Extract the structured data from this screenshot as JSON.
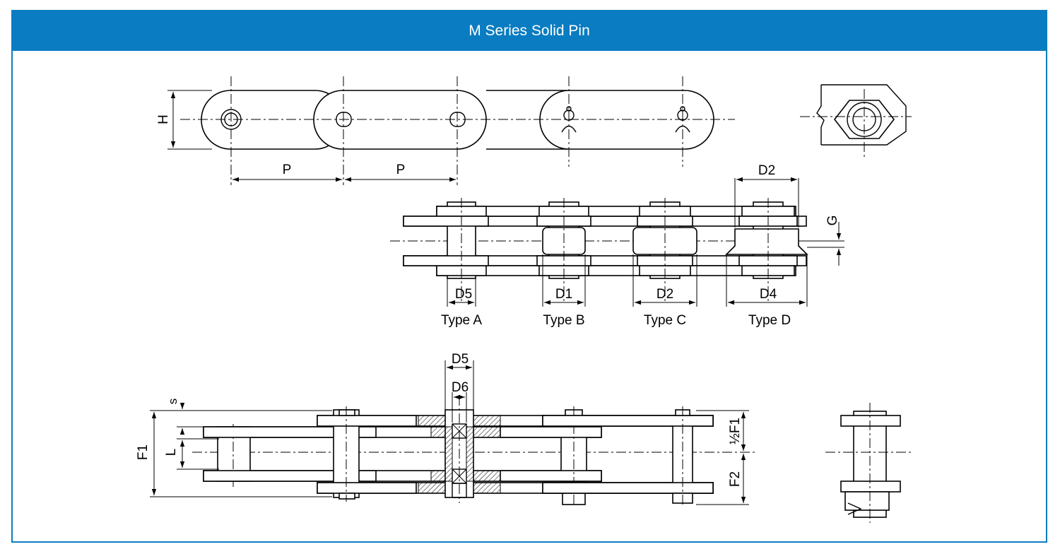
{
  "header": {
    "title": "M Series Solid Pin"
  },
  "labels": {
    "h": "H",
    "p1": "P",
    "p2": "P",
    "d2_top": "D2",
    "g": "G",
    "d5_a": "D5",
    "d1": "D1",
    "d2_c": "D2",
    "d4": "D4",
    "type_a": "Type A",
    "type_b": "Type B",
    "type_c": "Type C",
    "type_d": "Type D",
    "d5_bottom": "D5",
    "d6": "D6",
    "s": "s",
    "f1": "F1",
    "l": "L",
    "half_f1": "½F1",
    "f2": "F2"
  }
}
